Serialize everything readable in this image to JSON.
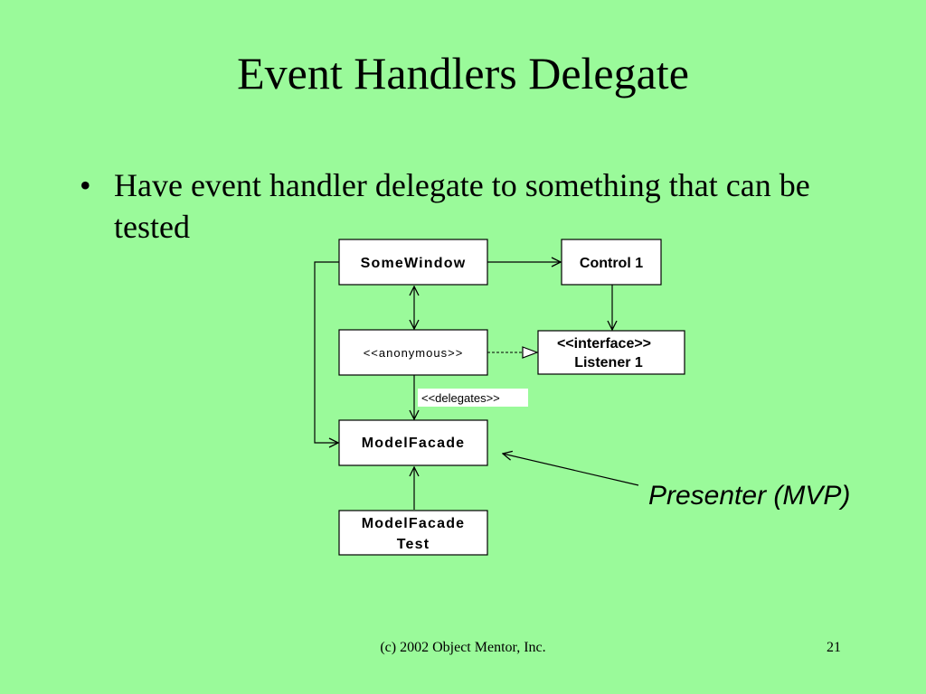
{
  "slide": {
    "title": "Event Handlers Delegate",
    "bullet": "Have event handler delegate to something that can be tested",
    "bullet_symbol": "•",
    "annotation": "Presenter (MVP)",
    "footer": "(c) 2002 Object Mentor, Inc.",
    "page_number": "21",
    "background_color": "#9afa9a"
  },
  "diagram": {
    "boxes": {
      "some_window": "SomeWindow",
      "control": "Control 1",
      "anonymous": "<<anonymous>>",
      "listener_stereotype": "<<interface>>",
      "listener_name": "Listener 1",
      "model_facade": "ModelFacade",
      "model_facade_test_line1": "ModelFacade",
      "model_facade_test_line2": "Test"
    },
    "delegates_label": "<<delegates>>"
  }
}
